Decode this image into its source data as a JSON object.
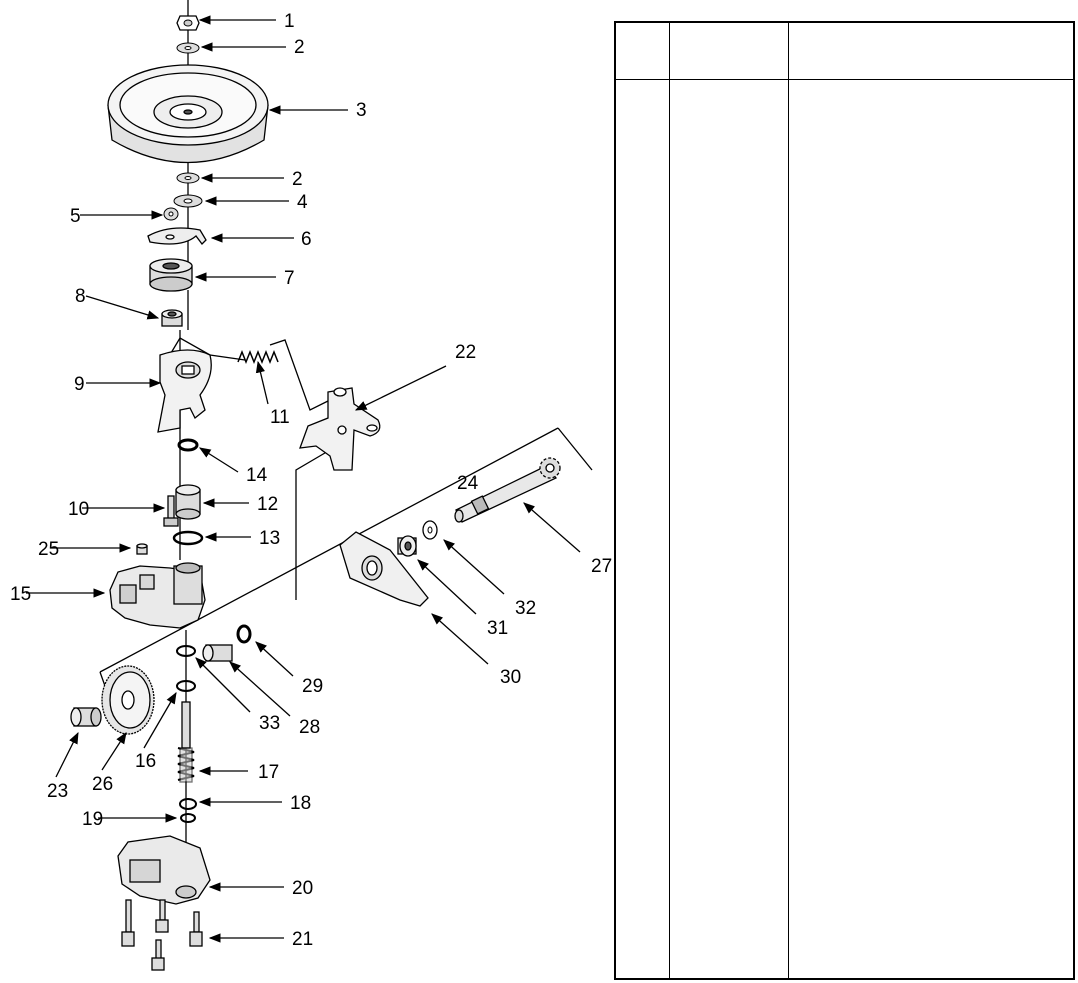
{
  "callouts": [
    {
      "id": "1",
      "text": "1"
    },
    {
      "id": "2a",
      "text": "2"
    },
    {
      "id": "3",
      "text": "3"
    },
    {
      "id": "2b",
      "text": "2"
    },
    {
      "id": "4",
      "text": "4"
    },
    {
      "id": "5",
      "text": "5"
    },
    {
      "id": "6",
      "text": "6"
    },
    {
      "id": "7",
      "text": "7"
    },
    {
      "id": "8",
      "text": "8"
    },
    {
      "id": "9",
      "text": "9"
    },
    {
      "id": "10",
      "text": "10"
    },
    {
      "id": "11",
      "text": "11"
    },
    {
      "id": "12",
      "text": "12"
    },
    {
      "id": "13",
      "text": "13"
    },
    {
      "id": "14",
      "text": "14"
    },
    {
      "id": "15",
      "text": "15"
    },
    {
      "id": "16",
      "text": "16"
    },
    {
      "id": "17",
      "text": "17"
    },
    {
      "id": "18",
      "text": "18"
    },
    {
      "id": "19",
      "text": "19"
    },
    {
      "id": "20",
      "text": "20"
    },
    {
      "id": "21",
      "text": "21"
    },
    {
      "id": "22",
      "text": "22"
    },
    {
      "id": "23",
      "text": "23"
    },
    {
      "id": "24",
      "text": "24"
    },
    {
      "id": "25",
      "text": "25"
    },
    {
      "id": "26",
      "text": "26"
    },
    {
      "id": "27",
      "text": "27"
    },
    {
      "id": "28",
      "text": "28"
    },
    {
      "id": "29",
      "text": "29"
    },
    {
      "id": "30",
      "text": "30"
    },
    {
      "id": "31",
      "text": "31"
    },
    {
      "id": "32",
      "text": "32"
    },
    {
      "id": "33",
      "text": "33"
    }
  ],
  "parts_table": {
    "columns": [
      "",
      "",
      ""
    ]
  }
}
